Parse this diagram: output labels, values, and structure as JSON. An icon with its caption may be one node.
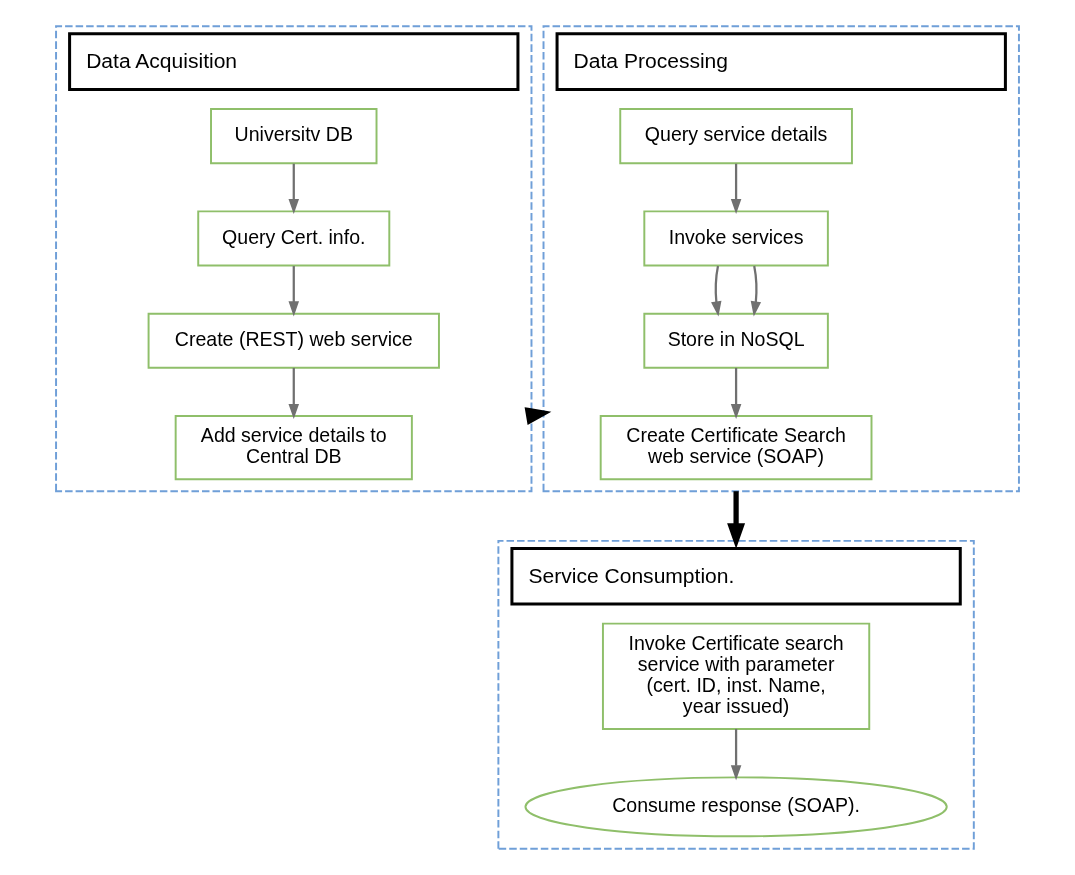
{
  "diagram": {
    "nodes": [
      {
        "text": [
          "Data Acquisition"
        ]
      },
      {
        "text": [
          "Universitv DB"
        ],
        "in": 0
      },
      {
        "text": [
          "Query Cert. info."
        ],
        "in": 0
      },
      {
        "text": [
          "Create (REST) web service"
        ],
        "in": 0
      },
      {
        "text": [
          "Add service details to Central DB"
        ],
        "in": 0
      },
      {
        "text": [
          "Data Processing"
        ]
      },
      {
        "text": [
          "Query service details"
        ],
        "in": 5
      },
      {
        "text": [
          "Invoke services"
        ],
        "in": 5
      },
      {
        "text": [
          "Store in NoSQL"
        ],
        "in": 5
      },
      {
        "text": [
          "Create Certificate Search web service (SOAP)"
        ],
        "in": 5
      },
      {
        "text": [
          "Service Consumption."
        ]
      },
      {
        "text": [
          "Invoke Certificate search service with parameter (cert. ID, inst. Name, year issued)"
        ],
        "in": 10
      },
      {
        "text": [
          "Consume response (SOAP)."
        ],
        "in": 10
      }
    ],
    "edges": [
      {
        "from": 1,
        "to": 2,
        "arrow": "to"
      },
      {
        "from": 2,
        "to": 3,
        "arrow": "to"
      },
      {
        "from": 3,
        "to": 4,
        "arrow": "to"
      },
      {
        "from": 0,
        "to": 5,
        "arrow": "to",
        "style": "thick",
        "color": "#000000"
      },
      {
        "from": 6,
        "to": 7,
        "arrow": "to"
      },
      {
        "from": 7,
        "to": 8,
        "arrow": "to"
      },
      {
        "from": 7,
        "to": 8,
        "arrow": "to"
      },
      {
        "from": 8,
        "to": 9,
        "arrow": "to"
      },
      {
        "from": 5,
        "to": 10,
        "arrow": "to",
        "style": "thick",
        "color": "#000000"
      },
      {
        "from": 11,
        "to": 12,
        "arrow": "to"
      }
    ]
  }
}
